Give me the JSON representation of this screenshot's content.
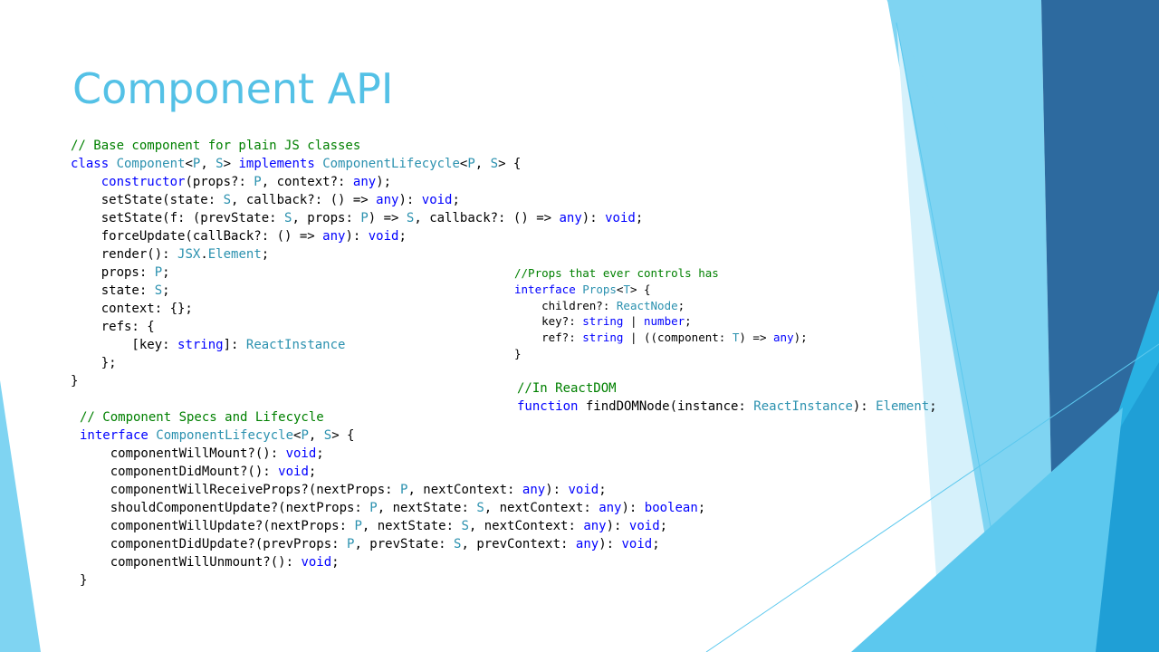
{
  "slide": {
    "title": "Component API",
    "colors": {
      "title": "#54c1e6",
      "keyword": "#0000ff",
      "type": "#2b91af",
      "comment": "#008000",
      "plain": "#000000",
      "accent_light": "#7fd4f2",
      "accent_mid": "#29b1e3",
      "accent_dark": "#2d6a9f"
    }
  },
  "code_blocks": [
    {
      "id": "component-class",
      "lines": [
        [
          [
            "c",
            "// Base component for plain JS classes"
          ]
        ],
        [
          [
            "k",
            "class "
          ],
          [
            "t",
            "Component"
          ],
          [
            "p",
            "<"
          ],
          [
            "t",
            "P"
          ],
          [
            "p",
            ", "
          ],
          [
            "t",
            "S"
          ],
          [
            "p",
            "> "
          ],
          [
            "k",
            "implements "
          ],
          [
            "t",
            "ComponentLifecycle"
          ],
          [
            "p",
            "<"
          ],
          [
            "t",
            "P"
          ],
          [
            "p",
            ", "
          ],
          [
            "t",
            "S"
          ],
          [
            "p",
            "> {"
          ]
        ],
        [
          [
            "p",
            "    "
          ],
          [
            "k",
            "constructor"
          ],
          [
            "p",
            "(props?: "
          ],
          [
            "t",
            "P"
          ],
          [
            "p",
            ", context?: "
          ],
          [
            "k",
            "any"
          ],
          [
            "p",
            ");"
          ]
        ],
        [
          [
            "p",
            "    setState(state: "
          ],
          [
            "t",
            "S"
          ],
          [
            "p",
            ", callback?: () => "
          ],
          [
            "k",
            "any"
          ],
          [
            "p",
            "): "
          ],
          [
            "k",
            "void"
          ],
          [
            "p",
            ";"
          ]
        ],
        [
          [
            "p",
            "    setState(f: (prevState: "
          ],
          [
            "t",
            "S"
          ],
          [
            "p",
            ", props: "
          ],
          [
            "t",
            "P"
          ],
          [
            "p",
            ") => "
          ],
          [
            "t",
            "S"
          ],
          [
            "p",
            ", callback?: () => "
          ],
          [
            "k",
            "any"
          ],
          [
            "p",
            "): "
          ],
          [
            "k",
            "void"
          ],
          [
            "p",
            ";"
          ]
        ],
        [
          [
            "p",
            "    forceUpdate(callBack?: () => "
          ],
          [
            "k",
            "any"
          ],
          [
            "p",
            "): "
          ],
          [
            "k",
            "void"
          ],
          [
            "p",
            ";"
          ]
        ],
        [
          [
            "p",
            "    render(): "
          ],
          [
            "t",
            "JSX"
          ],
          [
            "p",
            "."
          ],
          [
            "t",
            "Element"
          ],
          [
            "p",
            ";"
          ]
        ],
        [
          [
            "p",
            "    props: "
          ],
          [
            "t",
            "P"
          ],
          [
            "p",
            ";"
          ]
        ],
        [
          [
            "p",
            "    state: "
          ],
          [
            "t",
            "S"
          ],
          [
            "p",
            ";"
          ]
        ],
        [
          [
            "p",
            "    context: {};"
          ]
        ],
        [
          [
            "p",
            "    refs: {"
          ]
        ],
        [
          [
            "p",
            "        [key: "
          ],
          [
            "k",
            "string"
          ],
          [
            "p",
            "]: "
          ],
          [
            "t",
            "ReactInstance"
          ]
        ],
        [
          [
            "p",
            "    };"
          ]
        ],
        [
          [
            "p",
            "}"
          ]
        ]
      ]
    },
    {
      "id": "lifecycle-interface",
      "lines": [
        [
          [
            "c",
            "// Component Specs and Lifecycle"
          ]
        ],
        [
          [
            "k",
            "interface "
          ],
          [
            "t",
            "ComponentLifecycle"
          ],
          [
            "p",
            "<"
          ],
          [
            "t",
            "P"
          ],
          [
            "p",
            ", "
          ],
          [
            "t",
            "S"
          ],
          [
            "p",
            "> {"
          ]
        ],
        [
          [
            "p",
            "    componentWillMount?(): "
          ],
          [
            "k",
            "void"
          ],
          [
            "p",
            ";"
          ]
        ],
        [
          [
            "p",
            "    componentDidMount?(): "
          ],
          [
            "k",
            "void"
          ],
          [
            "p",
            ";"
          ]
        ],
        [
          [
            "p",
            "    componentWillReceiveProps?(nextProps: "
          ],
          [
            "t",
            "P"
          ],
          [
            "p",
            ", nextContext: "
          ],
          [
            "k",
            "any"
          ],
          [
            "p",
            "): "
          ],
          [
            "k",
            "void"
          ],
          [
            "p",
            ";"
          ]
        ],
        [
          [
            "p",
            "    shouldComponentUpdate?(nextProps: "
          ],
          [
            "t",
            "P"
          ],
          [
            "p",
            ", nextState: "
          ],
          [
            "t",
            "S"
          ],
          [
            "p",
            ", nextContext: "
          ],
          [
            "k",
            "any"
          ],
          [
            "p",
            "): "
          ],
          [
            "k",
            "boolean"
          ],
          [
            "p",
            ";"
          ]
        ],
        [
          [
            "p",
            "    componentWillUpdate?(nextProps: "
          ],
          [
            "t",
            "P"
          ],
          [
            "p",
            ", nextState: "
          ],
          [
            "t",
            "S"
          ],
          [
            "p",
            ", nextContext: "
          ],
          [
            "k",
            "any"
          ],
          [
            "p",
            "): "
          ],
          [
            "k",
            "void"
          ],
          [
            "p",
            ";"
          ]
        ],
        [
          [
            "p",
            "    componentDidUpdate?(prevProps: "
          ],
          [
            "t",
            "P"
          ],
          [
            "p",
            ", prevState: "
          ],
          [
            "t",
            "S"
          ],
          [
            "p",
            ", prevContext: "
          ],
          [
            "k",
            "any"
          ],
          [
            "p",
            "): "
          ],
          [
            "k",
            "void"
          ],
          [
            "p",
            ";"
          ]
        ],
        [
          [
            "p",
            "    componentWillUnmount?(): "
          ],
          [
            "k",
            "void"
          ],
          [
            "p",
            ";"
          ]
        ],
        [
          [
            "p",
            "}"
          ]
        ]
      ]
    },
    {
      "id": "props-interface",
      "lines": [
        [
          [
            "c",
            "//Props that ever controls has"
          ]
        ],
        [
          [
            "k",
            "interface "
          ],
          [
            "t",
            "Props"
          ],
          [
            "p",
            "<"
          ],
          [
            "t",
            "T"
          ],
          [
            "p",
            "> {"
          ]
        ],
        [
          [
            "p",
            "    children?: "
          ],
          [
            "t",
            "ReactNode"
          ],
          [
            "p",
            ";"
          ]
        ],
        [
          [
            "p",
            "    key?: "
          ],
          [
            "k",
            "string"
          ],
          [
            "p",
            " | "
          ],
          [
            "k",
            "number"
          ],
          [
            "p",
            ";"
          ]
        ],
        [
          [
            "p",
            "    ref?: "
          ],
          [
            "k",
            "string"
          ],
          [
            "p",
            " | ((component: "
          ],
          [
            "t",
            "T"
          ],
          [
            "p",
            ") => "
          ],
          [
            "k",
            "any"
          ],
          [
            "p",
            ");"
          ]
        ],
        [
          [
            "p",
            "}"
          ]
        ]
      ]
    },
    {
      "id": "reactdom-block",
      "lines": [
        [
          [
            "c",
            "//In ReactDOM"
          ]
        ],
        [
          [
            "k",
            "function "
          ],
          [
            "p",
            "findDOMNode(instance: "
          ],
          [
            "t",
            "ReactInstance"
          ],
          [
            "p",
            "): "
          ],
          [
            "t",
            "Element"
          ],
          [
            "p",
            ";"
          ]
        ]
      ]
    }
  ]
}
